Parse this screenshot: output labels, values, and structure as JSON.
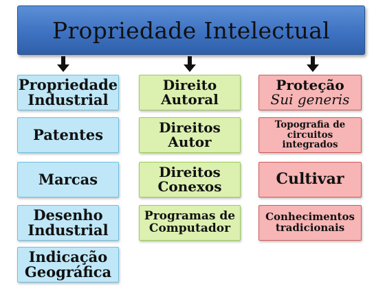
{
  "title": "Propriedade Intelectual",
  "columns": [
    {
      "header": {
        "line1": "Propriedade",
        "line2": "Industrial"
      },
      "items": [
        {
          "line1": "Patentes"
        },
        {
          "line1": "Marcas"
        },
        {
          "line1": "Desenho",
          "line2": "Industrial"
        },
        {
          "line1": "Indicação",
          "line2": "Geográfica"
        }
      ]
    },
    {
      "header": {
        "line1": "Direito",
        "line2": "Autoral"
      },
      "items": [
        {
          "line1": "Direitos",
          "line2": "Autor"
        },
        {
          "line1": "Direitos",
          "line2": "Conexos"
        },
        {
          "line1": "Programas de",
          "line2": "Computador"
        }
      ]
    },
    {
      "header": {
        "line1": "Proteção",
        "line2": "Sui generis"
      },
      "items": [
        {
          "line1": "Topografia de",
          "line2": "circuitos",
          "line3": "integrados"
        },
        {
          "line1": "Cultivar"
        },
        {
          "line1": "Conhecimentos",
          "line2": "tradicionais"
        }
      ]
    }
  ],
  "colors": {
    "banner": "#3e72c2",
    "col1": "#bfe7f7",
    "col2": "#dcf0b0",
    "col3": "#f7b5b5"
  }
}
